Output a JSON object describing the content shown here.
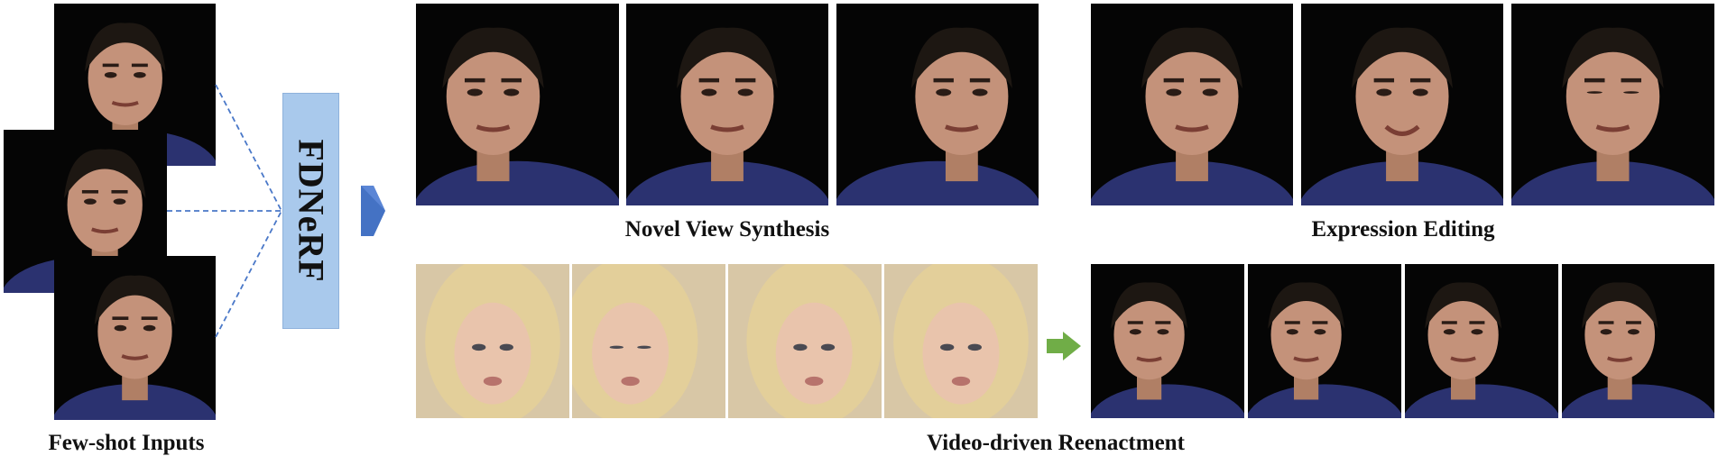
{
  "model": {
    "name": "FDNeRF",
    "box_color": "#a9c9ec"
  },
  "captions": {
    "inputs": "Few-shot Inputs",
    "novel_view": "Novel View Synthesis",
    "expression": "Expression Editing",
    "reenactment": "Video-driven Reenactment"
  },
  "colors": {
    "connector_lines": "#4a78c8",
    "main_arrow": "#4472c4",
    "reenactment_arrow": "#70ad47",
    "background_of_photos": "#050505"
  },
  "panels": {
    "inputs": [
      {
        "subject": "man",
        "view": "slightly-left"
      },
      {
        "subject": "man",
        "view": "right"
      },
      {
        "subject": "man",
        "view": "front"
      }
    ],
    "novel_view": [
      {
        "subject": "man",
        "view": "left"
      },
      {
        "subject": "man",
        "view": "front"
      },
      {
        "subject": "man",
        "view": "right"
      }
    ],
    "expression": [
      {
        "subject": "man",
        "expression": "neutral"
      },
      {
        "subject": "man",
        "expression": "smile"
      },
      {
        "subject": "man",
        "expression": "eyes-closed"
      }
    ],
    "driving_video": [
      {
        "subject": "woman",
        "view": "front"
      },
      {
        "subject": "woman",
        "view": "left"
      },
      {
        "subject": "woman",
        "view": "tilted"
      },
      {
        "subject": "woman",
        "view": "front"
      }
    ],
    "reenactment": [
      {
        "subject": "man",
        "view": "left"
      },
      {
        "subject": "man",
        "view": "left"
      },
      {
        "subject": "man",
        "view": "left"
      },
      {
        "subject": "man",
        "view": "left"
      }
    ]
  }
}
